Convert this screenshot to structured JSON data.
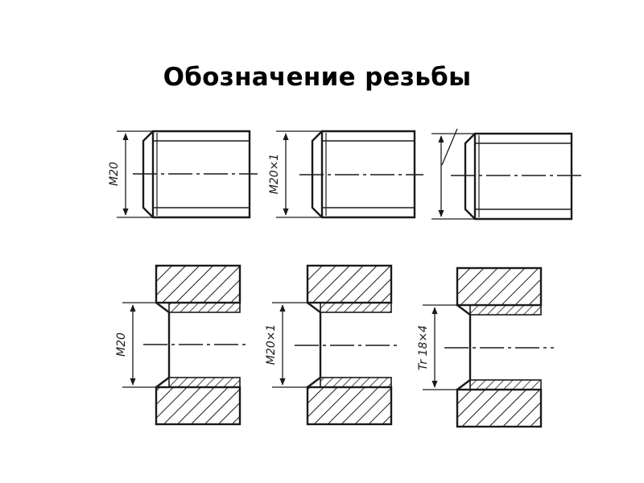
{
  "slide": {
    "title": "Обозначение резьбы",
    "ink_color": "#1a1a1a",
    "background_color": "#ffffff"
  },
  "drawing": {
    "bolts": [
      {
        "id": "bolt-1",
        "label": "M20"
      },
      {
        "id": "bolt-2",
        "label": "M20×1"
      },
      {
        "id": "bolt-3",
        "label": ""
      }
    ],
    "holes": [
      {
        "id": "hole-1",
        "label": "M20"
      },
      {
        "id": "hole-2",
        "label": "M20×1"
      },
      {
        "id": "hole-3",
        "label": "Tr 18×4"
      }
    ]
  }
}
